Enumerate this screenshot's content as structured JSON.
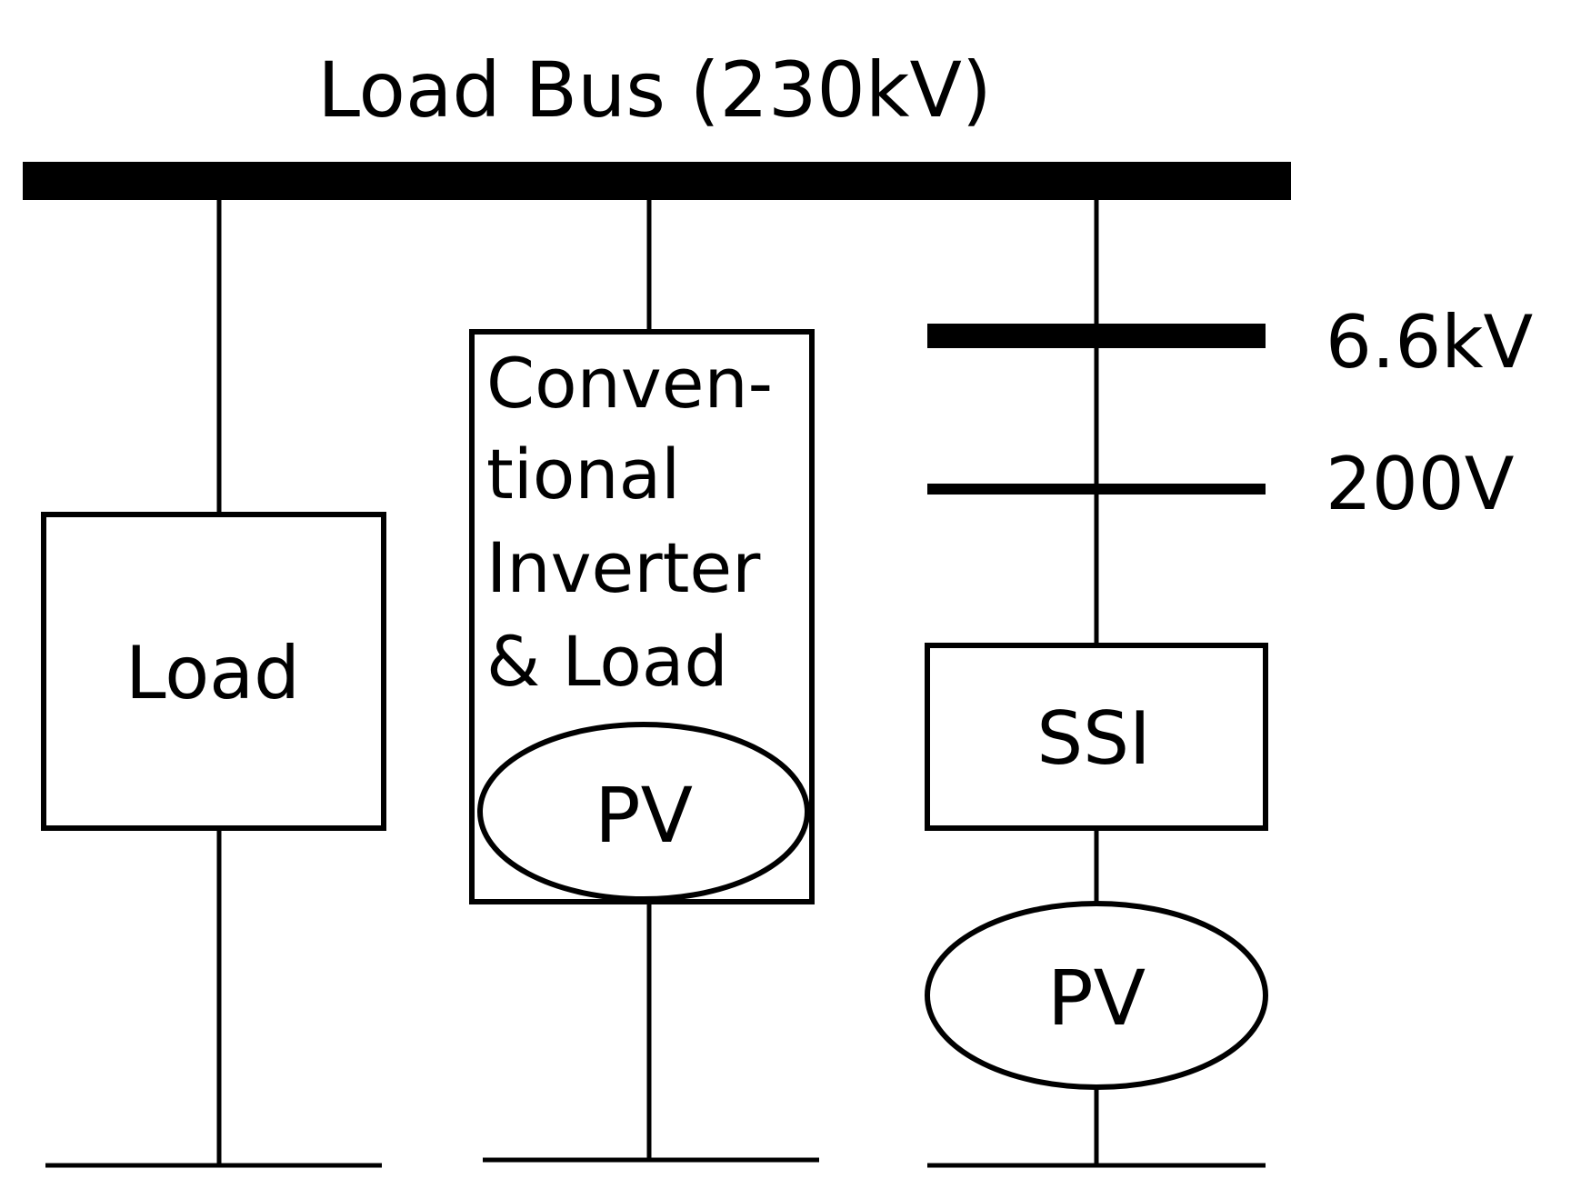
{
  "bus": {
    "title": "Load Bus (230kV)"
  },
  "branch_load": {
    "label": "Load"
  },
  "branch_conventional": {
    "lines": [
      "Conven-",
      "tional",
      "Inverter",
      "& Load"
    ],
    "pv_label": "PV"
  },
  "branch_ssi": {
    "bus_hv_label": "6.6kV",
    "bus_lv_label": "200V",
    "ssi_label": "SSI",
    "pv_label": "PV"
  },
  "colors": {
    "stroke": "#000000",
    "background": "#ffffff"
  }
}
